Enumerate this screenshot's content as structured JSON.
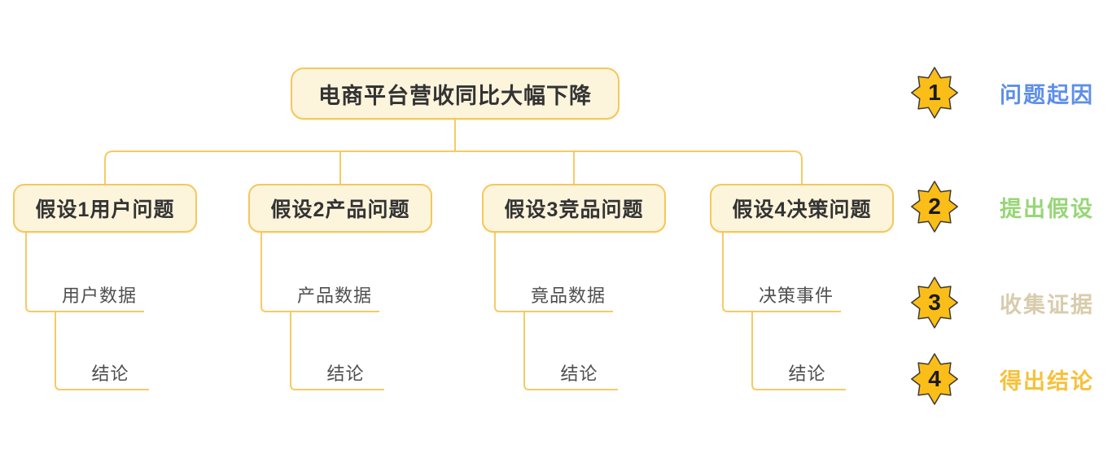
{
  "mindmap": {
    "root": {
      "label": "电商平台营收同比大幅下降"
    },
    "branches": [
      {
        "hypothesis": "假设1用户问题",
        "evidence": "用户数据",
        "conclusion": "结论"
      },
      {
        "hypothesis": "假设2产品问题",
        "evidence": "产品数据",
        "conclusion": "结论"
      },
      {
        "hypothesis": "假设3竞品问题",
        "evidence": "竟品数据",
        "conclusion": "结论"
      },
      {
        "hypothesis": "假设4决策问题",
        "evidence": "决策事件",
        "conclusion": "结论"
      }
    ]
  },
  "legend": {
    "items": [
      {
        "number": "1",
        "label": "问题起因",
        "label_color": "#5E8FE8"
      },
      {
        "number": "2",
        "label": "提出假设",
        "label_color": "#97D677"
      },
      {
        "number": "3",
        "label": "收集证据",
        "label_color": "#D8CCAC"
      },
      {
        "number": "4",
        "label": "得出结论",
        "label_color": "#F6C13B"
      }
    ]
  },
  "colors": {
    "node_fill": "#FDF4DC",
    "node_border": "#F5C75C",
    "connector": "#F6CB65",
    "badge_fill": "#FBBD18",
    "badge_outline": "#3E3A33",
    "node_text": "#333333",
    "leaf_text": "#4F4F4F"
  }
}
